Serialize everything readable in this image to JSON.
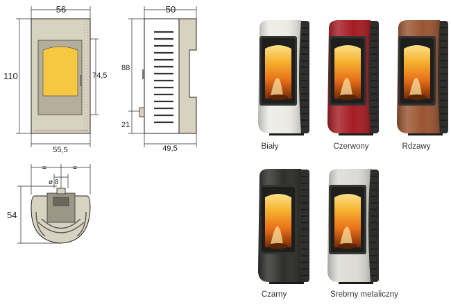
{
  "dimensions": {
    "front_width": "56",
    "front_height": "110",
    "front_window_height": "74,5",
    "front_base_width": "55,5",
    "side_depth": "50",
    "side_height_upper": "88",
    "side_height_lower": "21",
    "side_base_depth": "49,5",
    "top_depth": "54",
    "flue_diameter": "ø 8",
    "equal_mark": "="
  },
  "colors": {
    "stove_front_beige": "#d8d2c0",
    "glow_yellow": "#f6c842",
    "frame_dark": "#4a4a48",
    "line": "#222222"
  },
  "variants": [
    {
      "label": "Biały",
      "body_color": "#ecebe6"
    },
    {
      "label": "Czerwony",
      "body_color": "#a51d24"
    },
    {
      "label": "Rdzawy",
      "body_color": "#9a5532"
    },
    {
      "label": "Czarny",
      "body_color": "#2e2e2c"
    },
    {
      "label": "Srebrny metaliczny",
      "body_color": "#dcdbd6"
    }
  ]
}
